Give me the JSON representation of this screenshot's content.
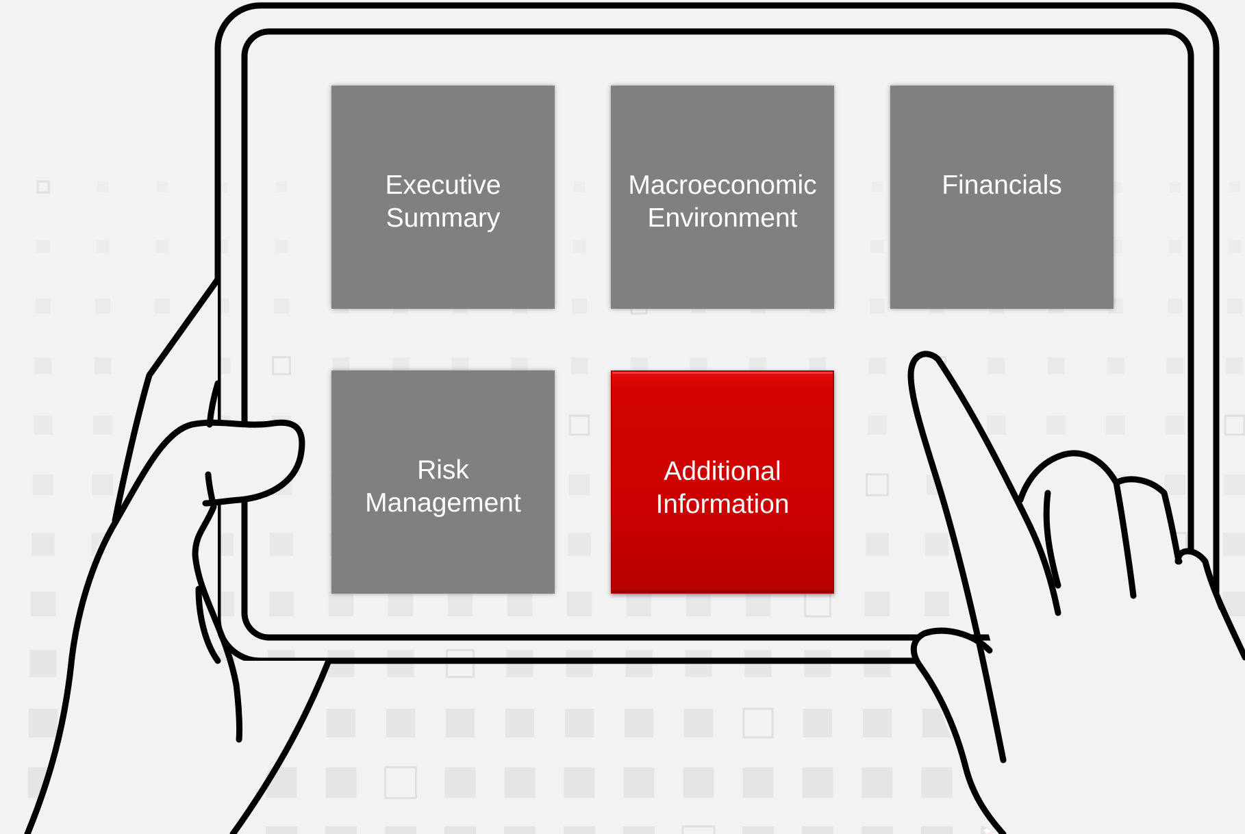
{
  "tiles": [
    {
      "line1": "Executive",
      "line2": "Summary",
      "active": false
    },
    {
      "line1": "Macroeconomic",
      "line2": "Environment",
      "active": false
    },
    {
      "line1": "Financials",
      "line2": "",
      "active": false
    },
    {
      "line1": "Risk",
      "line2": "Management",
      "active": false
    },
    {
      "line1": "Additional",
      "line2": "Information",
      "active": true
    }
  ],
  "colors": {
    "tile_gray": "#808080",
    "tile_active_red": "#cc0000",
    "corner_red": "#c41f2b",
    "background": "#f2f2f2",
    "outline": "#000000"
  }
}
